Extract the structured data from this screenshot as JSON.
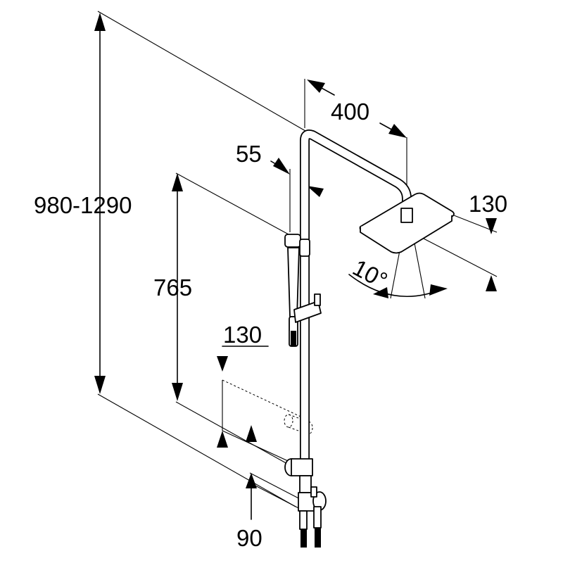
{
  "dimensions": {
    "overall_height": "980-1290",
    "arm_projection": "400",
    "pipe_diameter": "55",
    "slide_rail": "765",
    "head_depth": "130",
    "wall_offset": "130",
    "connection_spacing": "90",
    "tilt_angle": "10°"
  }
}
